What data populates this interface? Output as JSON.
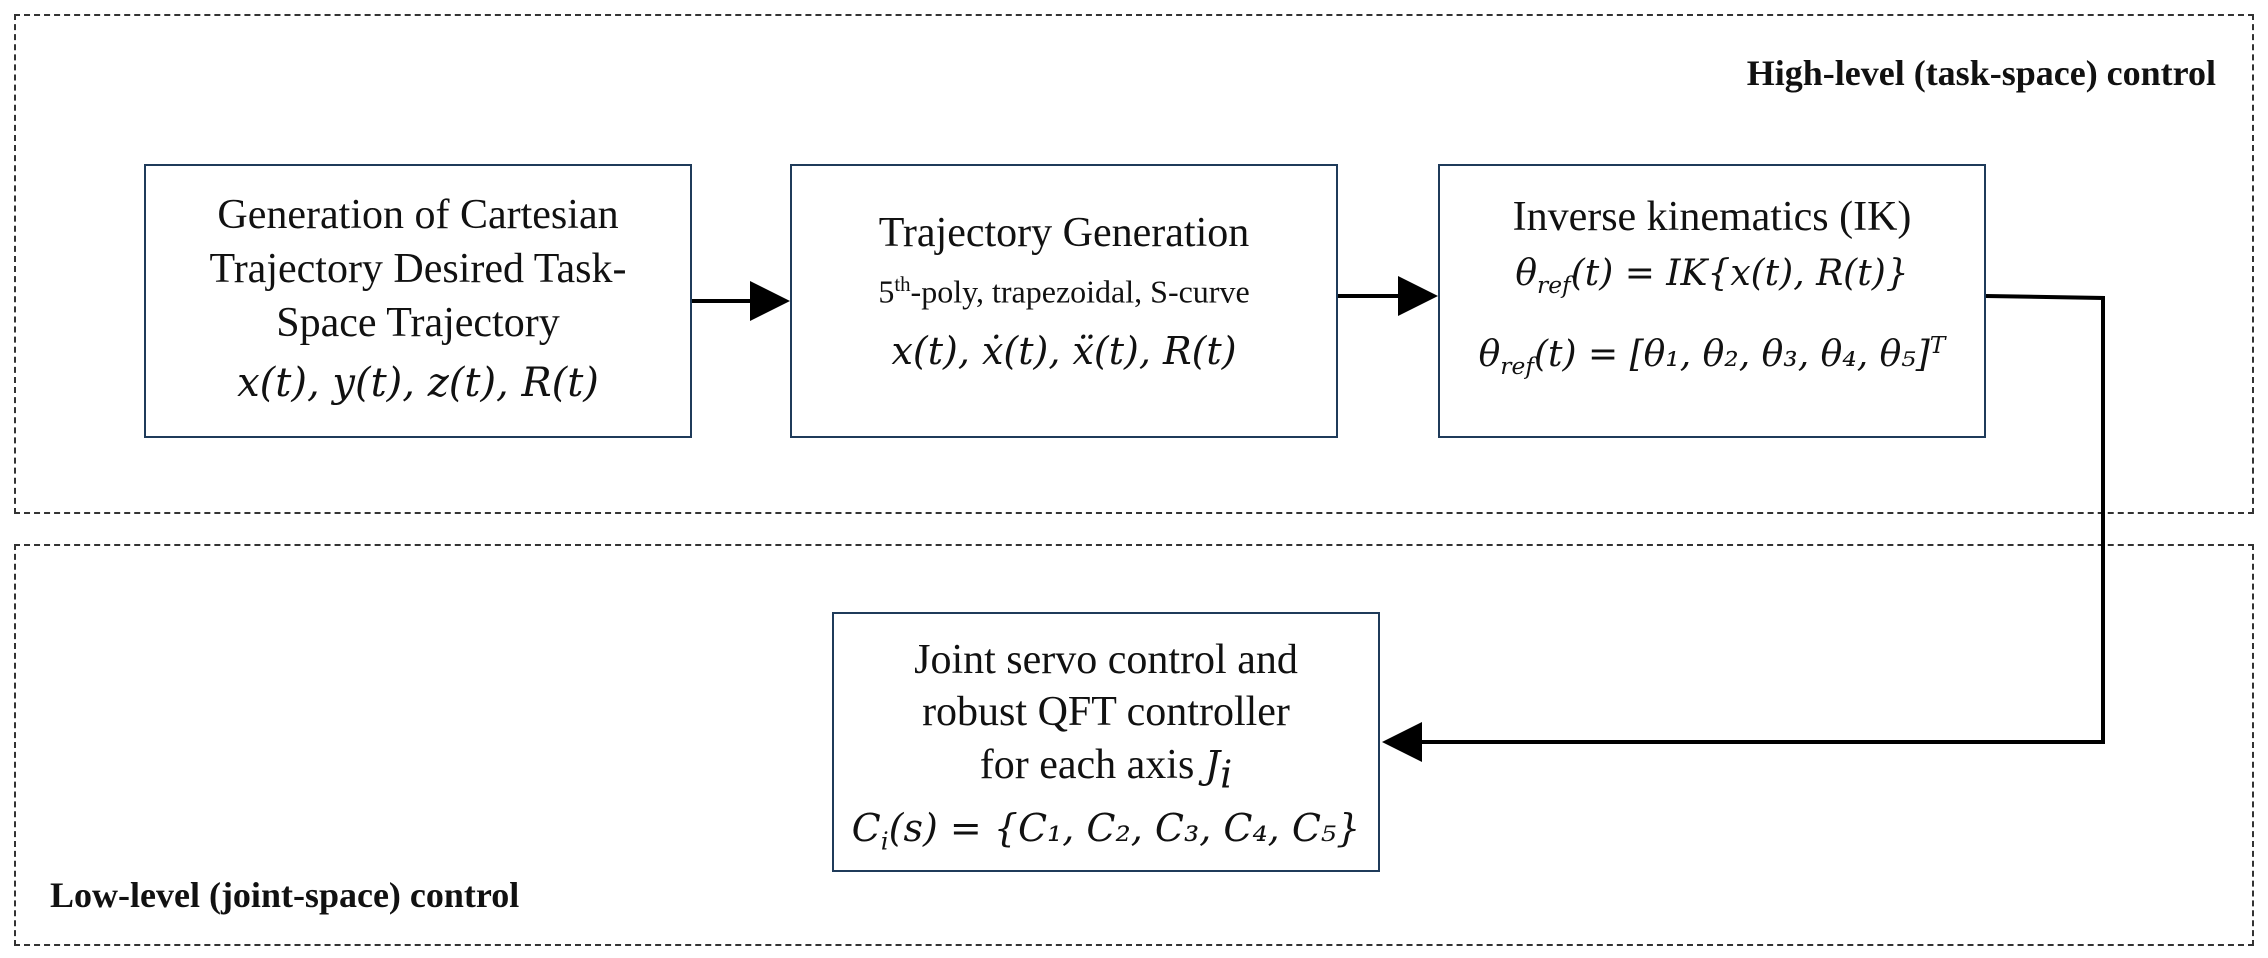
{
  "regions": {
    "high_level_label": "High-level (task-space) control",
    "low_level_label": "Low-level (joint-space) control"
  },
  "blocks": {
    "cartesian": {
      "lines": [
        "Generation of Cartesian",
        "Trajectory Desired Task-",
        "Space Trajectory"
      ],
      "math": "x(t), y(t), z(t), R(t)"
    },
    "trajectory": {
      "title": "Trajectory Generation",
      "methods_sup": "th",
      "methods_prefix": "5",
      "methods_suffix": "-poly, trapezoidal, S-curve",
      "math": "x(t), ẋ(t), ẍ(t), R(t)"
    },
    "ik": {
      "title": "Inverse kinematics (IK)",
      "eq1_sub": "ref",
      "eq1_rest": "(t) = IK{x(t), R(t)}",
      "eq2_sub": "ref",
      "eq2_rest": "(t) = [θ₁, θ₂, θ₃, θ₄, θ₅]",
      "eq2_sup": "T",
      "theta": "θ"
    },
    "joint": {
      "lines": [
        "Joint servo control and",
        "robust QFT controller"
      ],
      "axis_text": "for each axis ",
      "axis_symbol": "J",
      "axis_sub": "i",
      "eq_sub": "i",
      "eq_rest": "(s) = {C₁, C₂, C₃, C₄, C₅}",
      "eq_symbol": "C"
    }
  },
  "colors": {
    "block_border": "#1f3b5a",
    "arrow": "#000000",
    "dashed_border": "#333333"
  }
}
